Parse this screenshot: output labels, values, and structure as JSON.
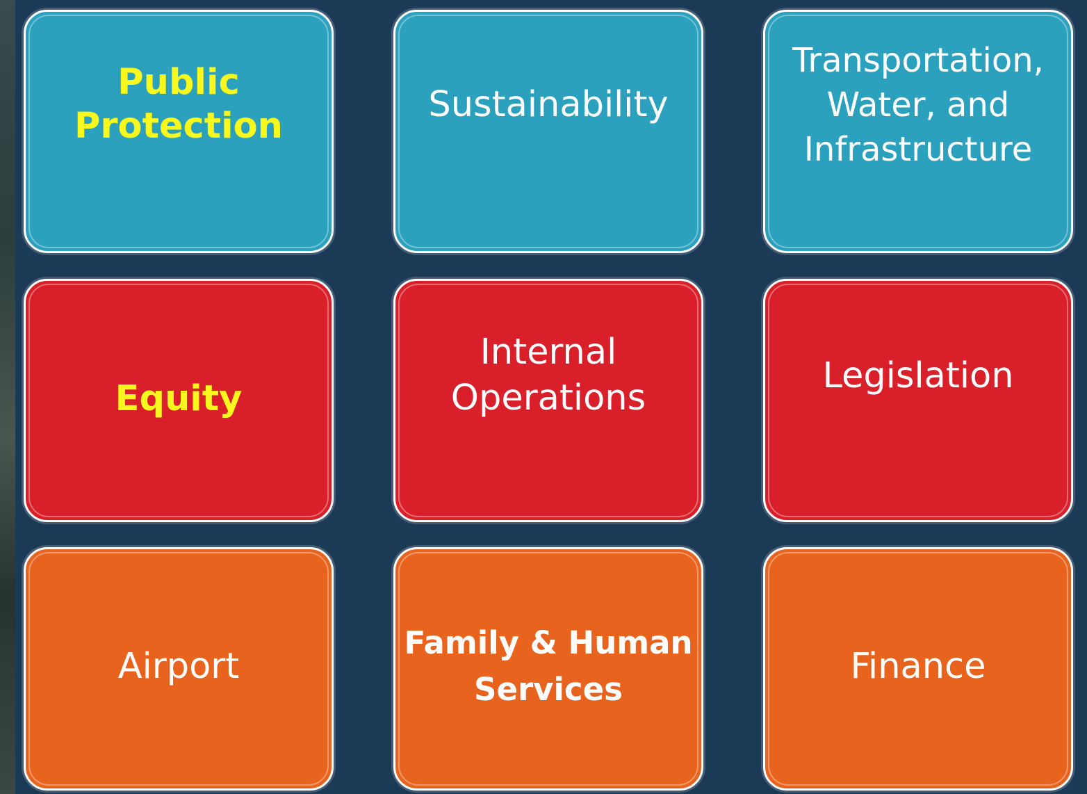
{
  "colors": {
    "teal": "#2ba1be",
    "red": "#d91f2a",
    "orange": "#e8641e",
    "highlight_text": "#f8f81e",
    "normal_text": "#ffffff",
    "background": "#1b3a56"
  },
  "tiles": [
    {
      "label": "Public\nProtection",
      "color": "teal",
      "text_color": "yellow"
    },
    {
      "label": "Sustainability",
      "color": "teal",
      "text_color": "white"
    },
    {
      "label": "Transportation,\nWater, and\nInfrastructure",
      "color": "teal",
      "text_color": "white"
    },
    {
      "label": "Equity",
      "color": "red",
      "text_color": "yellow"
    },
    {
      "label": "Internal\nOperations",
      "color": "red",
      "text_color": "white"
    },
    {
      "label": "Legislation",
      "color": "red",
      "text_color": "white"
    },
    {
      "label": "Airport",
      "color": "orange",
      "text_color": "white"
    },
    {
      "label": "Family & Human\nServices",
      "color": "orange",
      "text_color": "white"
    },
    {
      "label": "Finance",
      "color": "orange",
      "text_color": "white"
    }
  ]
}
